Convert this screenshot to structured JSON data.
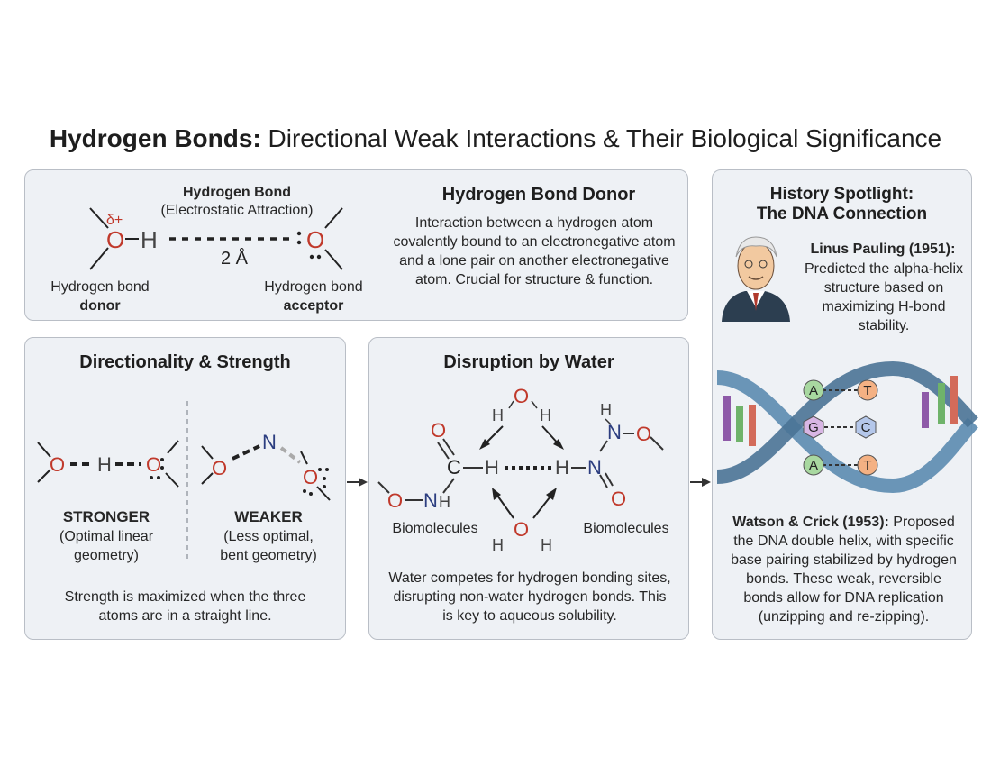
{
  "title": {
    "bold": "Hydrogen Bonds:",
    "rest": " Directional Weak Interactions & Their Biological Significance"
  },
  "top_panel": {
    "diagram_title": "Hydrogen Bond",
    "diagram_subtitle": "(Electrostatic Attraction)",
    "delta": "δ+",
    "distance": "2 Å",
    "donor_label": "Hydrogen bond",
    "donor_bold": "donor",
    "acceptor_label": "Hydrogen bond",
    "acceptor_bold": "acceptor",
    "heading": "Hydrogen Bond Donor",
    "description": "Interaction between a hydrogen atom covalently bound to an electronegative atom and a lone pair on another electronegative atom. Crucial for structure & function."
  },
  "directionality": {
    "heading": "Directionality & Strength",
    "stronger": "STRONGER",
    "stronger_desc": "(Optimal linear geometry)",
    "weaker": "WEAKER",
    "weaker_desc": "(Less optimal, bent geometry)",
    "footer": "Strength is maximized when the three atoms are in a straight line."
  },
  "water": {
    "heading": "Disruption by Water",
    "left_label": "Biomolecules",
    "right_label": "Biomolecules",
    "footer": "Water competes for hydrogen bonding sites, disrupting non-water hydrogen bonds. This is key to aqueous solubility."
  },
  "history": {
    "heading_line1": "History Spotlight:",
    "heading_line2": "The DNA Connection",
    "pauling_name": "Linus Pauling (1951):",
    "pauling_text": "Predicted the alpha-helix structure based on maximizing H-bond stability.",
    "bases": [
      "A",
      "T",
      "G",
      "C",
      "A",
      "T"
    ],
    "watson_name": "Watson & Crick (1953):",
    "watson_text": " Proposed the DNA double helix, with specific base pairing stabilized by hydrogen bonds. These weak, reversible bonds allow for DNA replication (unzipping and re-zipping)."
  },
  "atoms": {
    "O": "O",
    "H": "H",
    "N": "N",
    "C": "C"
  },
  "colors": {
    "oxygen": "#c0392b",
    "nitrogen": "#2c3e80",
    "panel": "#eef1f5",
    "border": "#b9bec6",
    "helix": "#5b8bb0"
  }
}
